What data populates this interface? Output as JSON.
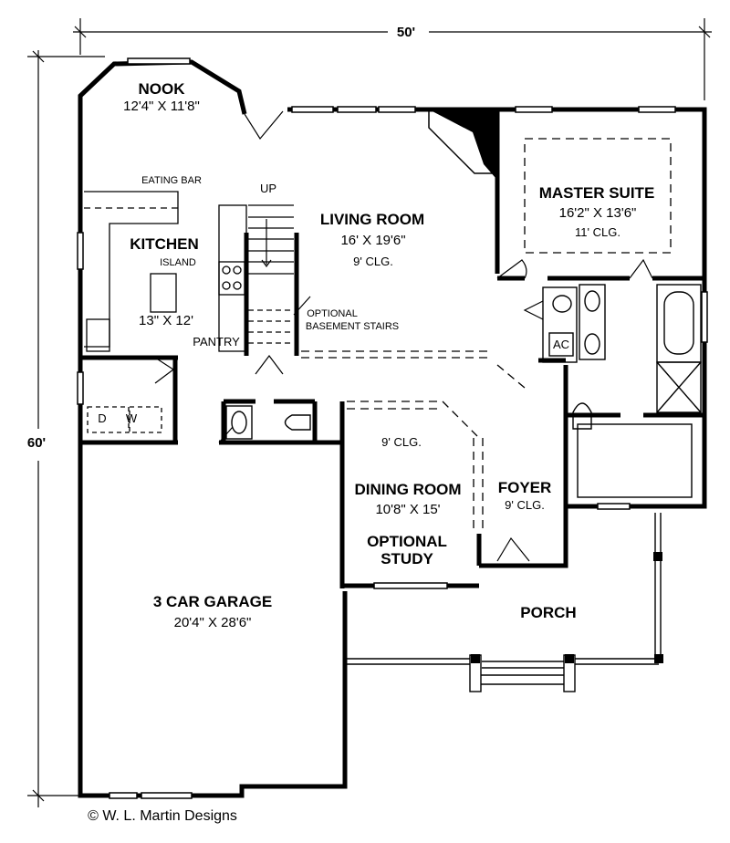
{
  "dimensions": {
    "width": "50'",
    "depth": "60'"
  },
  "rooms": {
    "nook": {
      "name": "NOOK",
      "size": "12'4\" X 11'8\""
    },
    "kitchen": {
      "name": "KITCHEN",
      "size": "13\" X 12'",
      "island": "ISLAND",
      "eating_bar": "EATING BAR",
      "pantry": "PANTRY"
    },
    "living": {
      "name": "LIVING ROOM",
      "size": "16' X 19'6\"",
      "ceiling": "9' CLG."
    },
    "stairs": {
      "up": "UP",
      "optional": "OPTIONAL",
      "basement": "BASEMENT STAIRS"
    },
    "master": {
      "name": "MASTER SUITE",
      "size": "16'2\" X 13'6\"",
      "ceiling": "11' CLG."
    },
    "ac": "AC",
    "dining": {
      "name": "DINING ROOM",
      "size": "10'8\" X 15'",
      "ceiling": "9' CLG.",
      "alt1": "OPTIONAL",
      "alt2": "STUDY"
    },
    "foyer": {
      "name": "FOYER",
      "ceiling": "9' CLG."
    },
    "garage": {
      "name": "3 CAR GARAGE",
      "size": "20'4\" X 28'6\""
    },
    "porch": {
      "name": "PORCH"
    },
    "laundry": {
      "dryer": "D",
      "washer": "W"
    }
  },
  "copyright": "© W. L. Martin Designs"
}
